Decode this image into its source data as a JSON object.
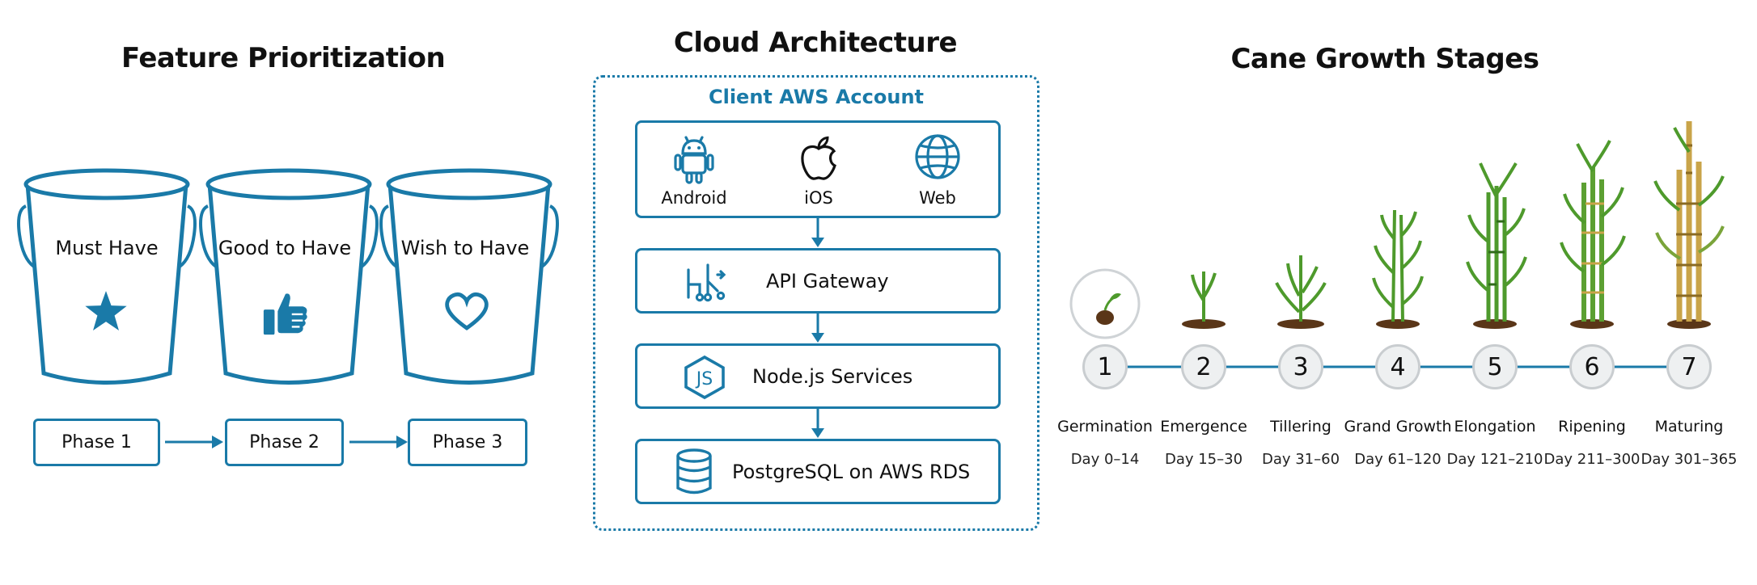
{
  "colors": {
    "accent": "#1a7aa8",
    "plant_green": "#4e9a2c",
    "cane_gold": "#c9a449"
  },
  "feature_prioritization": {
    "title": "Feature Prioritization",
    "buckets": [
      {
        "label": "Must Have",
        "icon": "star-icon"
      },
      {
        "label": "Good to Have",
        "icon": "thumbs-up-icon"
      },
      {
        "label": "Wish to Have",
        "icon": "heart-icon"
      }
    ],
    "phases": [
      "Phase 1",
      "Phase 2",
      "Phase 3"
    ]
  },
  "cloud_architecture": {
    "title": "Cloud Architecture",
    "account_label": "Client AWS Account",
    "clients": [
      {
        "label": "Android",
        "icon": "android-icon"
      },
      {
        "label": "iOS",
        "icon": "apple-icon"
      },
      {
        "label": "Web",
        "icon": "globe-icon"
      }
    ],
    "layers": [
      {
        "label": "API Gateway",
        "icon": "api-gateway-icon"
      },
      {
        "label": "Node.js Services",
        "icon": "nodejs-icon"
      },
      {
        "label": "PostgreSQL on AWS RDS",
        "icon": "database-icon"
      }
    ]
  },
  "cane_growth": {
    "title": "Cane Growth Stages",
    "stages": [
      {
        "num": "1",
        "name": "Germination",
        "days": "Day 0–14"
      },
      {
        "num": "2",
        "name": "Emergence",
        "days": "Day 15–30"
      },
      {
        "num": "3",
        "name": "Tillering",
        "days": "Day 31–60"
      },
      {
        "num": "4",
        "name": "Grand Growth",
        "days": "Day 61–120"
      },
      {
        "num": "5",
        "name": "Elongation",
        "days": "Day 121–210"
      },
      {
        "num": "6",
        "name": "Ripening",
        "days": "Day 211–300"
      },
      {
        "num": "7",
        "name": "Maturing",
        "days": "Day 301–365"
      }
    ]
  }
}
